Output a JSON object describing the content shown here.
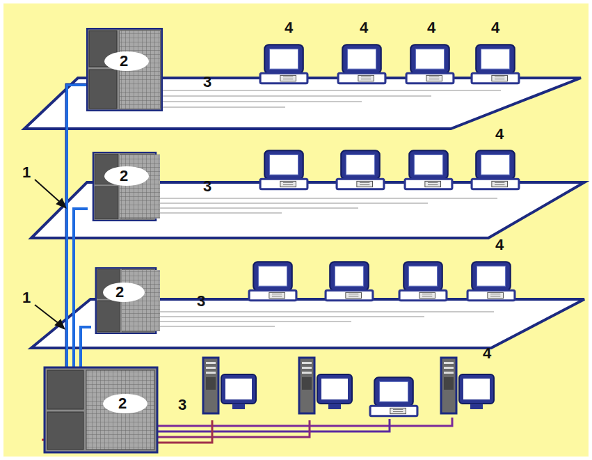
{
  "diagram": {
    "labels": [
      "4",
      "4",
      "4",
      "4",
      "2",
      "3",
      "4",
      "1",
      "2",
      "3",
      "4",
      "1",
      "2",
      "3",
      "4",
      "2",
      "3"
    ]
  }
}
